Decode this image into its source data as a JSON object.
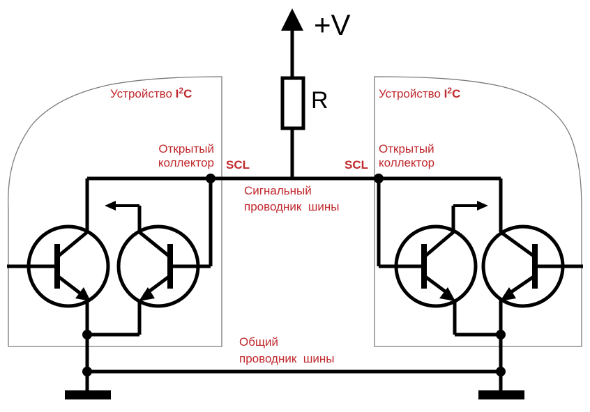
{
  "supply": {
    "label": "+V"
  },
  "resistor": {
    "label": "R"
  },
  "device_left": {
    "title_prefix": "Устройство ",
    "title_suffix": "I",
    "title_sup": "2",
    "title_end": "C",
    "oc_line1": "Открытый",
    "oc_line2": "коллектор",
    "pin": "SCL"
  },
  "device_right": {
    "title_prefix": "Устройство ",
    "title_suffix": "I",
    "title_sup": "2",
    "title_end": "C",
    "oc_line1": "Открытый",
    "oc_line2": "коллектор",
    "pin": "SCL"
  },
  "signal_wire": {
    "line1": "Сигнальный",
    "line2": "проводник  шины"
  },
  "ground_wire": {
    "line1": "Общий",
    "line2": "проводник  шины"
  },
  "colors": {
    "label": "#c0282d",
    "wire": "#000000",
    "outline": "#7a7a7a"
  }
}
